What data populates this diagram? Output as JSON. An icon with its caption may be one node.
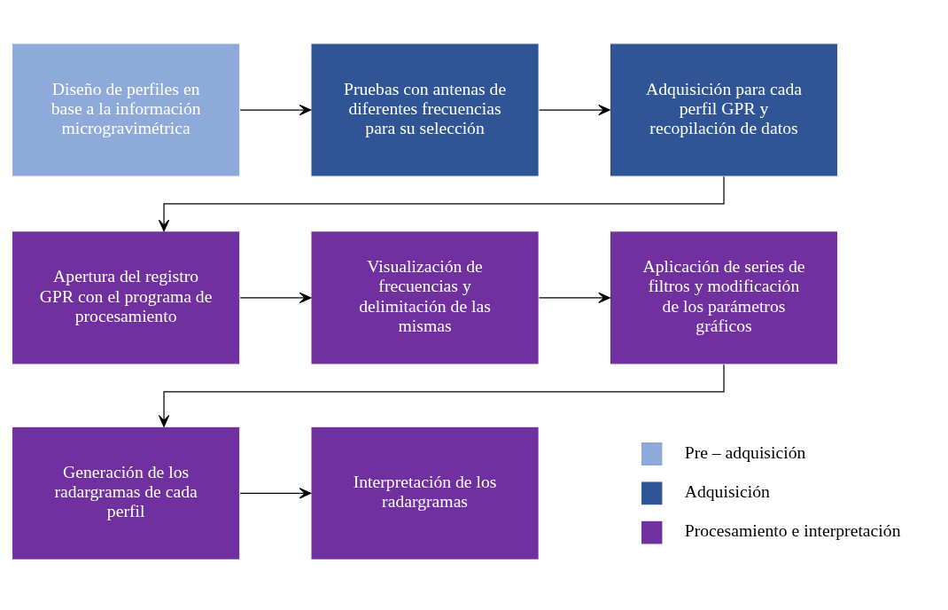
{
  "diagram": {
    "nodes": [
      {
        "text": [
          "Diseño de perfiles en base a la información microgravimétrica"
        ]
      },
      {
        "text": [
          "Pruebas con antenas de diferentes frecuencias para su selección"
        ]
      },
      {
        "text": [
          "Adquisición para cada perfil GPR y recopilación de datos"
        ]
      },
      {
        "text": [
          "Apertura del registro GPR con el programa de procesamiento"
        ]
      },
      {
        "text": [
          "Visualización de frecuencias y delimitación de las mismas"
        ]
      },
      {
        "text": [
          "Aplicación de series de filtros y modificación de los parámetros gráficos"
        ]
      },
      {
        "text": [
          "Generación de los radargramas de cada perfil"
        ]
      },
      {
        "text": [
          "Interpretación de los radargramas"
        ]
      }
    ],
    "edges": [
      {
        "from": 0,
        "to": 1,
        "arrow": "to"
      },
      {
        "from": 1,
        "to": 2,
        "arrow": "to"
      },
      {
        "from": 2,
        "to": 3,
        "arrow": "to"
      },
      {
        "from": 3,
        "to": 4,
        "arrow": "to"
      },
      {
        "from": 4,
        "to": 5,
        "arrow": "to"
      },
      {
        "from": 5,
        "to": 6,
        "arrow": "to"
      },
      {
        "from": 6,
        "to": 7,
        "arrow": "to"
      }
    ],
    "legend": [
      {
        "text": "Pre – adquisición",
        "color": "#8eaadb"
      },
      {
        "text": "Adquisición",
        "color": "#2f5597"
      },
      {
        "text": "Procesamiento e interpretación",
        "color": "#7030a0"
      }
    ]
  }
}
